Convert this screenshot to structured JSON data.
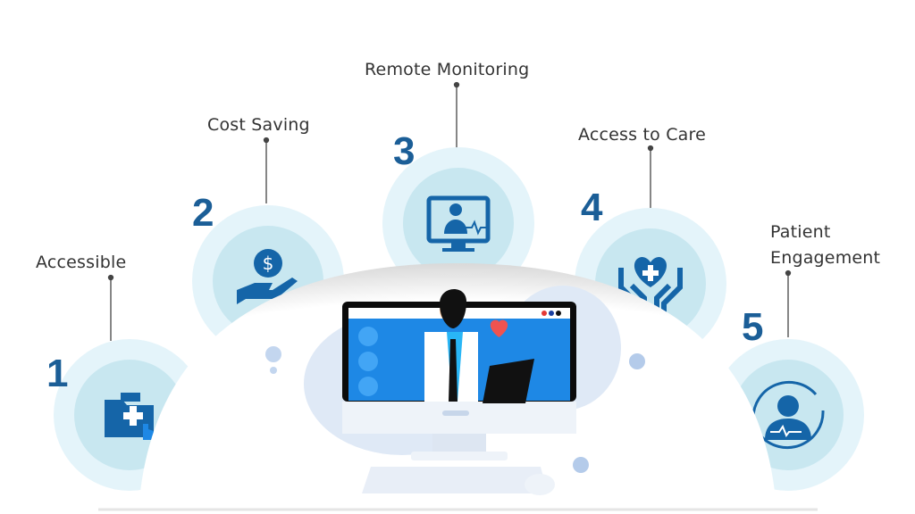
{
  "steps": [
    {
      "number": "1",
      "label": "Accessible",
      "icon": "medical-folder-touch-icon"
    },
    {
      "number": "2",
      "label": "Cost Saving",
      "icon": "hand-dollar-coin-icon"
    },
    {
      "number": "3",
      "label": "Remote Monitoring",
      "icon": "monitor-patient-heartbeat-icon"
    },
    {
      "number": "4",
      "label": "Access to Care",
      "icon": "hands-heart-cross-icon"
    },
    {
      "number": "5",
      "label": "Patient Engagement",
      "label_line1": "Patient",
      "label_line2": "Engagement",
      "icon": "patient-cycle-icon"
    }
  ],
  "colors": {
    "number": "#1b5e97",
    "icon": "#1565a8",
    "circle_outer": "#e3f3f9",
    "circle_inner": "#c9e8f1",
    "screen": "#1e88e5"
  }
}
